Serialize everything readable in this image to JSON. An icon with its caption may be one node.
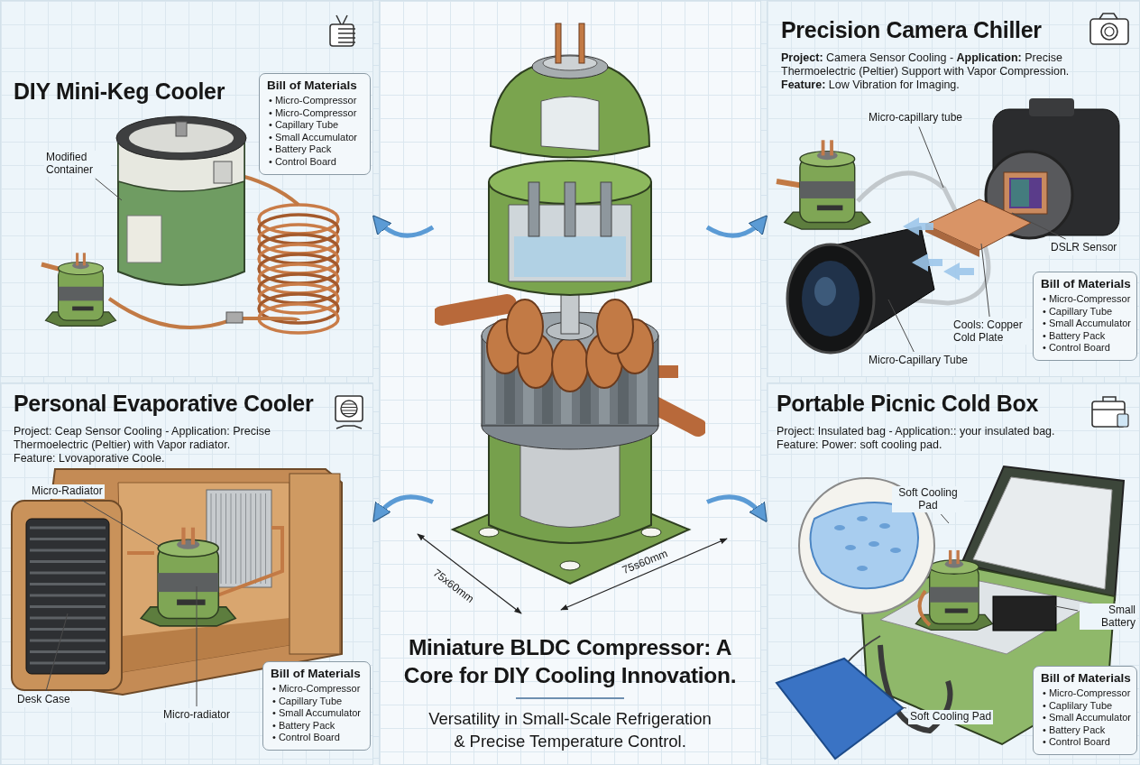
{
  "diagram": {
    "title": "Miniature BLDC Compressor: A Core for DIY Cooling Innovation.",
    "caption": "Versatility in Small-Scale Refrigeration & Precise Temperature Control.",
    "nodes": [
      {
        "text": [],
        "shape": "picture"
      },
      {
        "text": [
          "DIY Mini-Keg Cooler"
        ]
      },
      {
        "text": [
          "Bill of Materials",
          "• Micro-Compressor",
          "• Micro-Compressor",
          "• Capillary Tube",
          "• Small Accumulator",
          "• Battery Pack",
          "• Control Board"
        ],
        "in": 1
      },
      {
        "text": [
          "Modified Container"
        ],
        "in": 1
      },
      {
        "text": [
          "Precision Camera Chiller",
          "**Project:** Camera Sensor Cooling - **Application:** Precise Thermoelectric (Peltier) Support with Vapor Compression.",
          "**Feature:** Low Vibration for Imaging."
        ]
      },
      {
        "text": [
          "Bill of Materials",
          "• Micro-Compressor",
          "• Capillary Tube",
          "• Small Accumulator",
          "• Battery Pack",
          "• Control Board"
        ],
        "in": 4
      },
      {
        "text": [
          "Micro-capillary tube"
        ],
        "in": 4
      },
      {
        "text": [
          "DSLR Sensor"
        ],
        "in": 4
      },
      {
        "text": [
          "Cools: Copper Cold Plate"
        ],
        "in": 4
      },
      {
        "text": [
          "Micro-Capillary Tube"
        ],
        "in": 4
      },
      {
        "text": [
          "Personal Evaporative Cooler",
          "Project: Ceap Sensor Cooling - Application: Precise Thermoelectric (Peltier) with Vapor radiator.",
          "Feature: Lvovaporative Coole."
        ]
      },
      {
        "text": [
          "Bill of Materials",
          "• Micro-Compressor",
          "• Capillary Tube",
          "• Small Accumulator",
          "• Battery Pack",
          "• Control Board"
        ],
        "in": 10
      },
      {
        "text": [
          "Micro-Radiator"
        ],
        "in": 10
      },
      {
        "text": [
          "Desk Case"
        ],
        "in": 10
      },
      {
        "text": [
          "Micro-radiator"
        ],
        "in": 10
      },
      {
        "text": [
          "Portable Picnic Cold Box",
          "Project: Insulated bag - Application:: your insulated bag.",
          "Feature: Power: soft cooling pad."
        ]
      },
      {
        "text": [
          "Bill of Materials",
          "• Micro-Compressor",
          "• Caplilary Tube",
          "• Small Accumulator",
          "• Battery Pack",
          "• Control Board"
        ],
        "in": 15
      },
      {
        "text": [
          "Soft Cooling Pad"
        ],
        "in": 15
      },
      {
        "text": [
          "Small Battery"
        ],
        "in": 15
      },
      {
        "text": [
          "Soft Cooling Pad"
        ],
        "in": 15
      }
    ],
    "edges": [
      {
        "from": 0,
        "to": 1,
        "arrow": "to",
        "style": "thick",
        "color": "#5b9bd5"
      },
      {
        "from": 0,
        "to": 4,
        "arrow": "to",
        "style": "thick",
        "color": "#5b9bd5"
      },
      {
        "from": 0,
        "to": 10,
        "arrow": "to",
        "style": "thick",
        "color": "#5b9bd5"
      },
      {
        "from": 0,
        "to": 15,
        "arrow": "to",
        "style": "thick",
        "color": "#5b9bd5"
      },
      {
        "from": 3,
        "to": null,
        "arrow": "none"
      },
      {
        "from": 6,
        "to": null,
        "arrow": "none"
      },
      {
        "from": 7,
        "to": null,
        "arrow": "none"
      },
      {
        "from": 8,
        "to": null,
        "arrow": "none"
      },
      {
        "from": 9,
        "to": null,
        "arrow": "none"
      },
      {
        "from": 12,
        "to": null,
        "arrow": "none"
      },
      {
        "from": 13,
        "to": null,
        "arrow": "none"
      },
      {
        "from": 14,
        "to": null,
        "arrow": "none"
      },
      {
        "from": 17,
        "to": null,
        "arrow": "none"
      },
      {
        "from": 18,
        "to": null,
        "arrow": "none"
      },
      {
        "from": 19,
        "to": null,
        "arrow": "none"
      }
    ],
    "labels": [
      "75x60mm",
      "75s60mm"
    ]
  }
}
